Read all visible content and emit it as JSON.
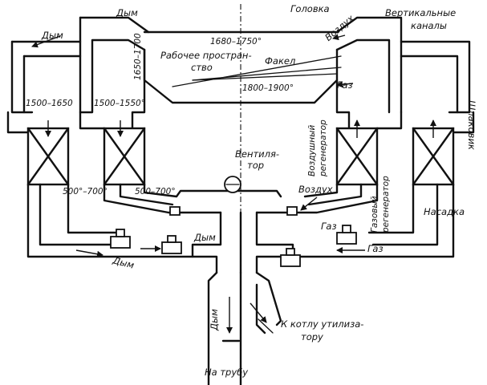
{
  "diagram": {
    "labels": {
      "smoke_top_left": "Дым",
      "smoke_left": "Дым",
      "head": "Головка",
      "air_top": "Воздух",
      "vertical_channels_1": "Вертикальные",
      "vertical_channels_2": "каналы",
      "temp_work": "1680–1750°",
      "temp_1650": "1650–1700",
      "workspace_1": "Рабочее простран-",
      "workspace_2": "ство",
      "flame": "Факел",
      "gas_top": "Газ",
      "temp_flame": "1800–1900°",
      "temp_left_1": "1500–1650",
      "temp_left_2": "1500–1550°",
      "slag_pocket": "Шлаковик",
      "air_regenerator_1": "Воздушный",
      "air_regenerator_2": "регенератор",
      "fan_1": "Вентиля-",
      "fan_2": "тор",
      "gas_regenerator_1": "Газовый",
      "gas_regenerator_2": "регенератор",
      "temp_bottom_1": "500°–700°",
      "temp_bottom_2": "500–700°",
      "air_mid": "Воздух",
      "nozzle": "Насадка",
      "gas_mid": "Газ",
      "gas_right": "Газ",
      "smoke_mid": "Дым",
      "smoke_bottom_left": "Дым",
      "smoke_stack": "Дым",
      "to_boiler_1": "К котлу утилиза-",
      "to_boiler_2": "тору",
      "to_chimney": "На трубу"
    }
  }
}
